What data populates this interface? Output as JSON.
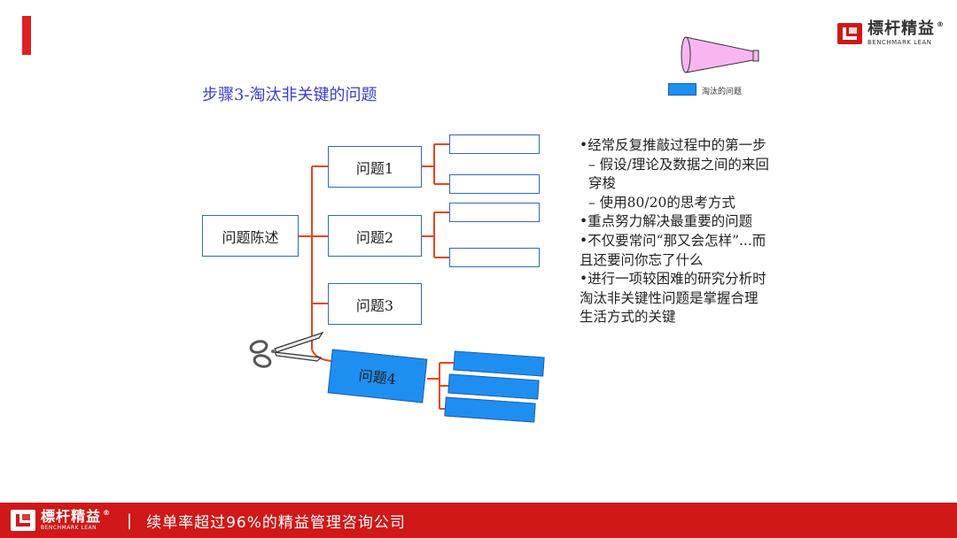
{
  "brand": {
    "name_cn": "標杆精益",
    "name_en": "BENCHMARK LEAN",
    "registered": "®"
  },
  "slide": {
    "title": "步骤3-淘汰非关键的问题",
    "legend_label": "淘汰的问题",
    "root_label": "问题陈述",
    "problems": [
      {
        "label": "问题1"
      },
      {
        "label": "问题2"
      },
      {
        "label": "问题3"
      },
      {
        "label": "问题4"
      }
    ]
  },
  "notes": {
    "p1": "•经常反复推敲过程中的第一步",
    "p2": "– 假设/理论及数据之间的来回穿梭",
    "p3": "– 使用80/20的思考方式",
    "p4": "•重点努力解决最重要的问题",
    "p5": "•不仅要常问“那又会怎样”...而且还要问你忘了什么",
    "p6": "•进行一项较困难的研究分析时淘汰非关键性问题是掌握合理生活方式的关键"
  },
  "footer": {
    "separator": "|",
    "slogan": "续单率超过96%的精益管理咨询公司"
  },
  "colors": {
    "accent_red": "#e02020",
    "footer_red": "#d01818",
    "title_blue": "#3b3bd6",
    "connector_orange": "#e8461c",
    "eliminated_blue": "#1e8ff0",
    "box_border": "#3468b8",
    "funnel_pink": "#f7b6f0"
  },
  "icons": [
    "logo-mark-icon",
    "funnel-icon",
    "scissors-icon"
  ]
}
